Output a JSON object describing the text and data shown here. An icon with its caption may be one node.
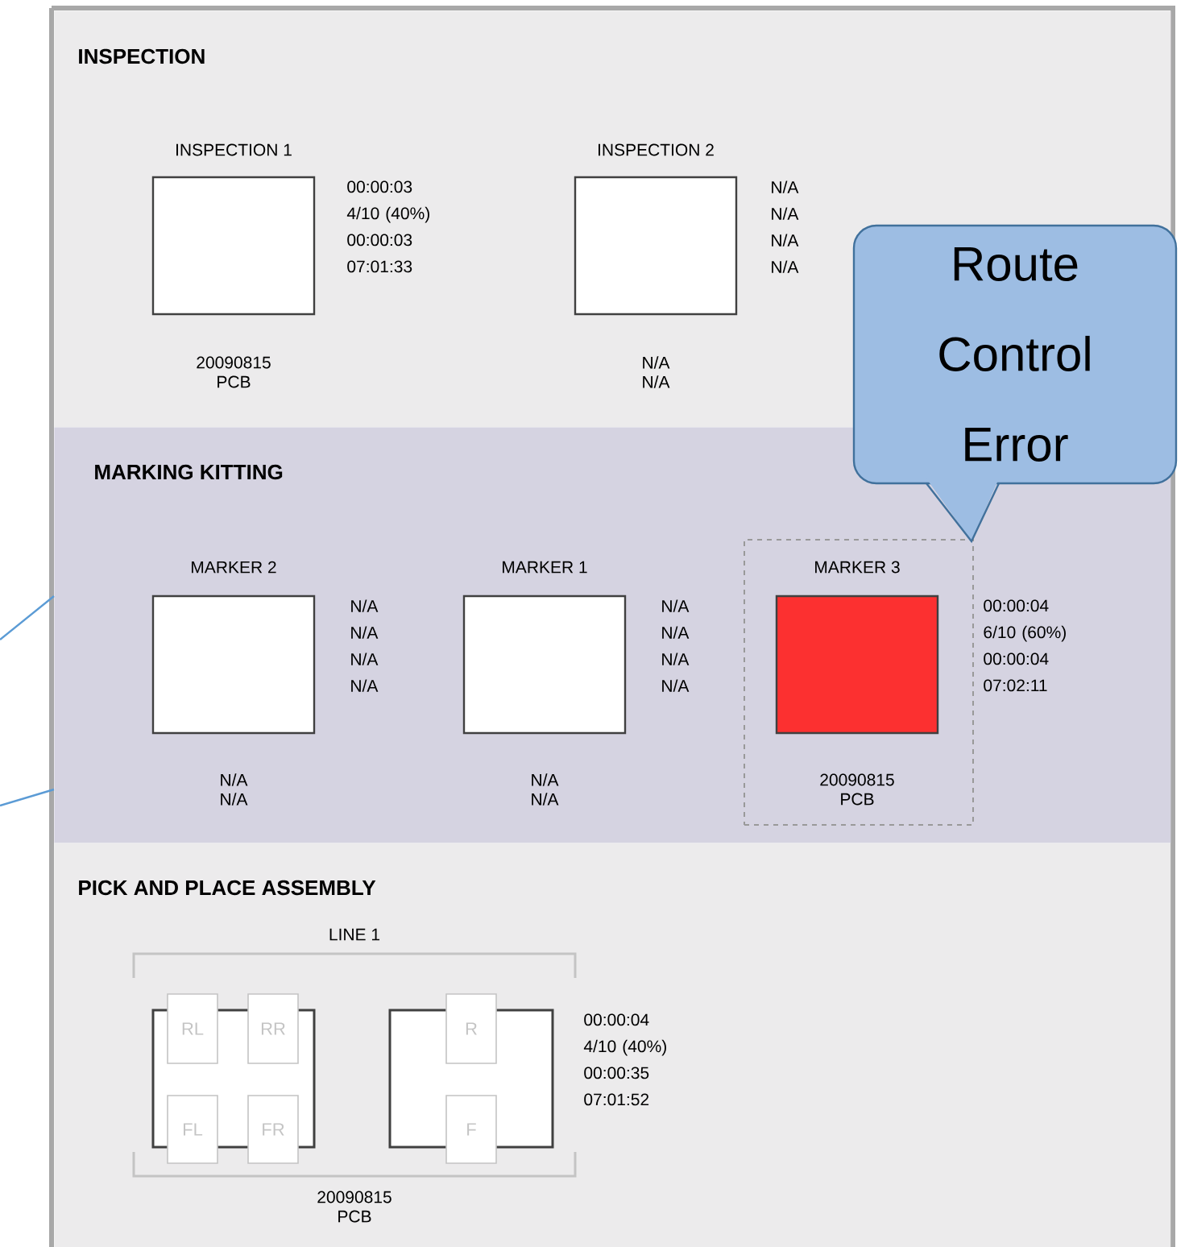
{
  "diagram": {
    "nodes": [
      {
        "text": [
          "INSPECTION"
        ]
      },
      {
        "text": [
          "INSPECTION 1"
        ],
        "beside": [
          "00:00:03 4/10 (40%) 00:00:03 07:01:33",
          "20090815 PCB"
        ],
        "in": 0
      },
      {
        "text": [
          "INSPECTION 2"
        ],
        "beside": [
          "N/A N/A N/A N/A",
          "N/A N/A"
        ],
        "in": 0
      },
      {
        "text": [
          "MARKING KITTING"
        ]
      },
      {
        "text": [
          "MARKER 2"
        ],
        "beside": [
          "N/A N/A N/A N/A",
          "N/A N/A"
        ],
        "in": 3
      },
      {
        "text": [
          "MARKER 1"
        ],
        "beside": [
          "N/A N/A N/A N/A",
          "N/A N/A"
        ],
        "in": 3
      },
      {
        "text": [],
        "shape": "box",
        "in": 3
      },
      {
        "text": [
          "MARKER 3"
        ],
        "beside": [
          "00:00:04 6/10 (60%) 00:00:04 07:02:11",
          "20090815 PCB"
        ],
        "in": 6
      },
      {
        "text": [
          "Route Control Error"
        ]
      },
      {
        "text": [
          "PICK AND PLACE ASSEMBLY"
        ]
      },
      {
        "text": [
          "LINE 1"
        ],
        "beside": [
          "00:00:04 4/10 (40%) 00:00:35 07:01:52",
          "20090815 PCB"
        ],
        "in": 9
      },
      {
        "text": [],
        "shape": "box",
        "in": 10
      },
      {
        "text": [
          "RL"
        ],
        "in": 10
      },
      {
        "text": [
          "RR"
        ],
        "in": 10
      },
      {
        "text": [
          "FL"
        ],
        "in": 10
      },
      {
        "text": [
          "FR"
        ],
        "in": 10
      },
      {
        "text": [],
        "shape": "box",
        "in": 10
      },
      {
        "text": [
          "R"
        ],
        "in": 10
      },
      {
        "text": [
          "F"
        ],
        "in": 10
      }
    ],
    "edges": [
      {
        "from": null,
        "to": 3,
        "arrow": "none"
      },
      {
        "from": null,
        "to": 3,
        "arrow": "none"
      }
    ]
  }
}
